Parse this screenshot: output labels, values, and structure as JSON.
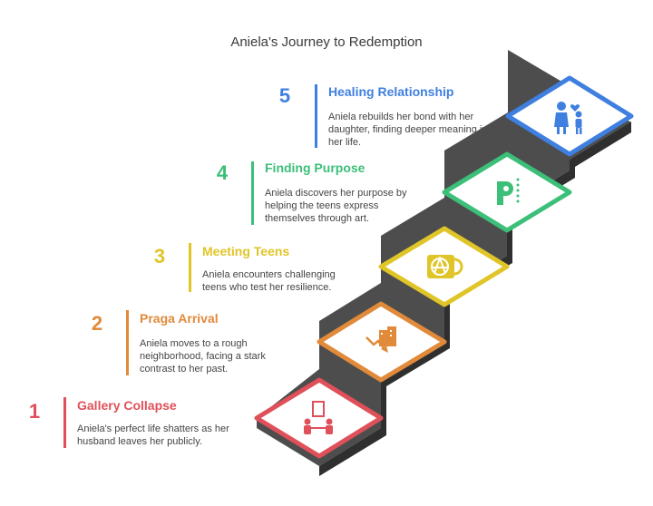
{
  "title": "Aniela's Journey to Redemption",
  "steps": [
    {
      "number": "1",
      "title": "Gallery Collapse",
      "desc": "Aniela's perfect life shatters as her husband leaves her publicly.",
      "color": "#e0505a",
      "icon": "people-frame-icon"
    },
    {
      "number": "2",
      "title": "Praga Arrival",
      "desc": "Aniela moves to a rough neighborhood, facing a stark contrast to her past.",
      "color": "#e08a3a",
      "icon": "buildings-decline-icon"
    },
    {
      "number": "3",
      "title": "Meeting Teens",
      "desc": "Aniela encounters challenging teens who test her resilience.",
      "color": "#e0c528",
      "icon": "anarchy-graffiti-icon"
    },
    {
      "number": "4",
      "title": "Finding Purpose",
      "desc": "Aniela discovers her purpose by helping the teens express themselves through art.",
      "color": "#3cbf78",
      "icon": "purpose-p-icon"
    },
    {
      "number": "5",
      "title": "Healing Relationship",
      "desc": "Aniela rebuilds her bond with her daughter, finding deeper meaning in her life.",
      "color": "#3f7fe0",
      "icon": "mother-daughter-icon"
    }
  ]
}
